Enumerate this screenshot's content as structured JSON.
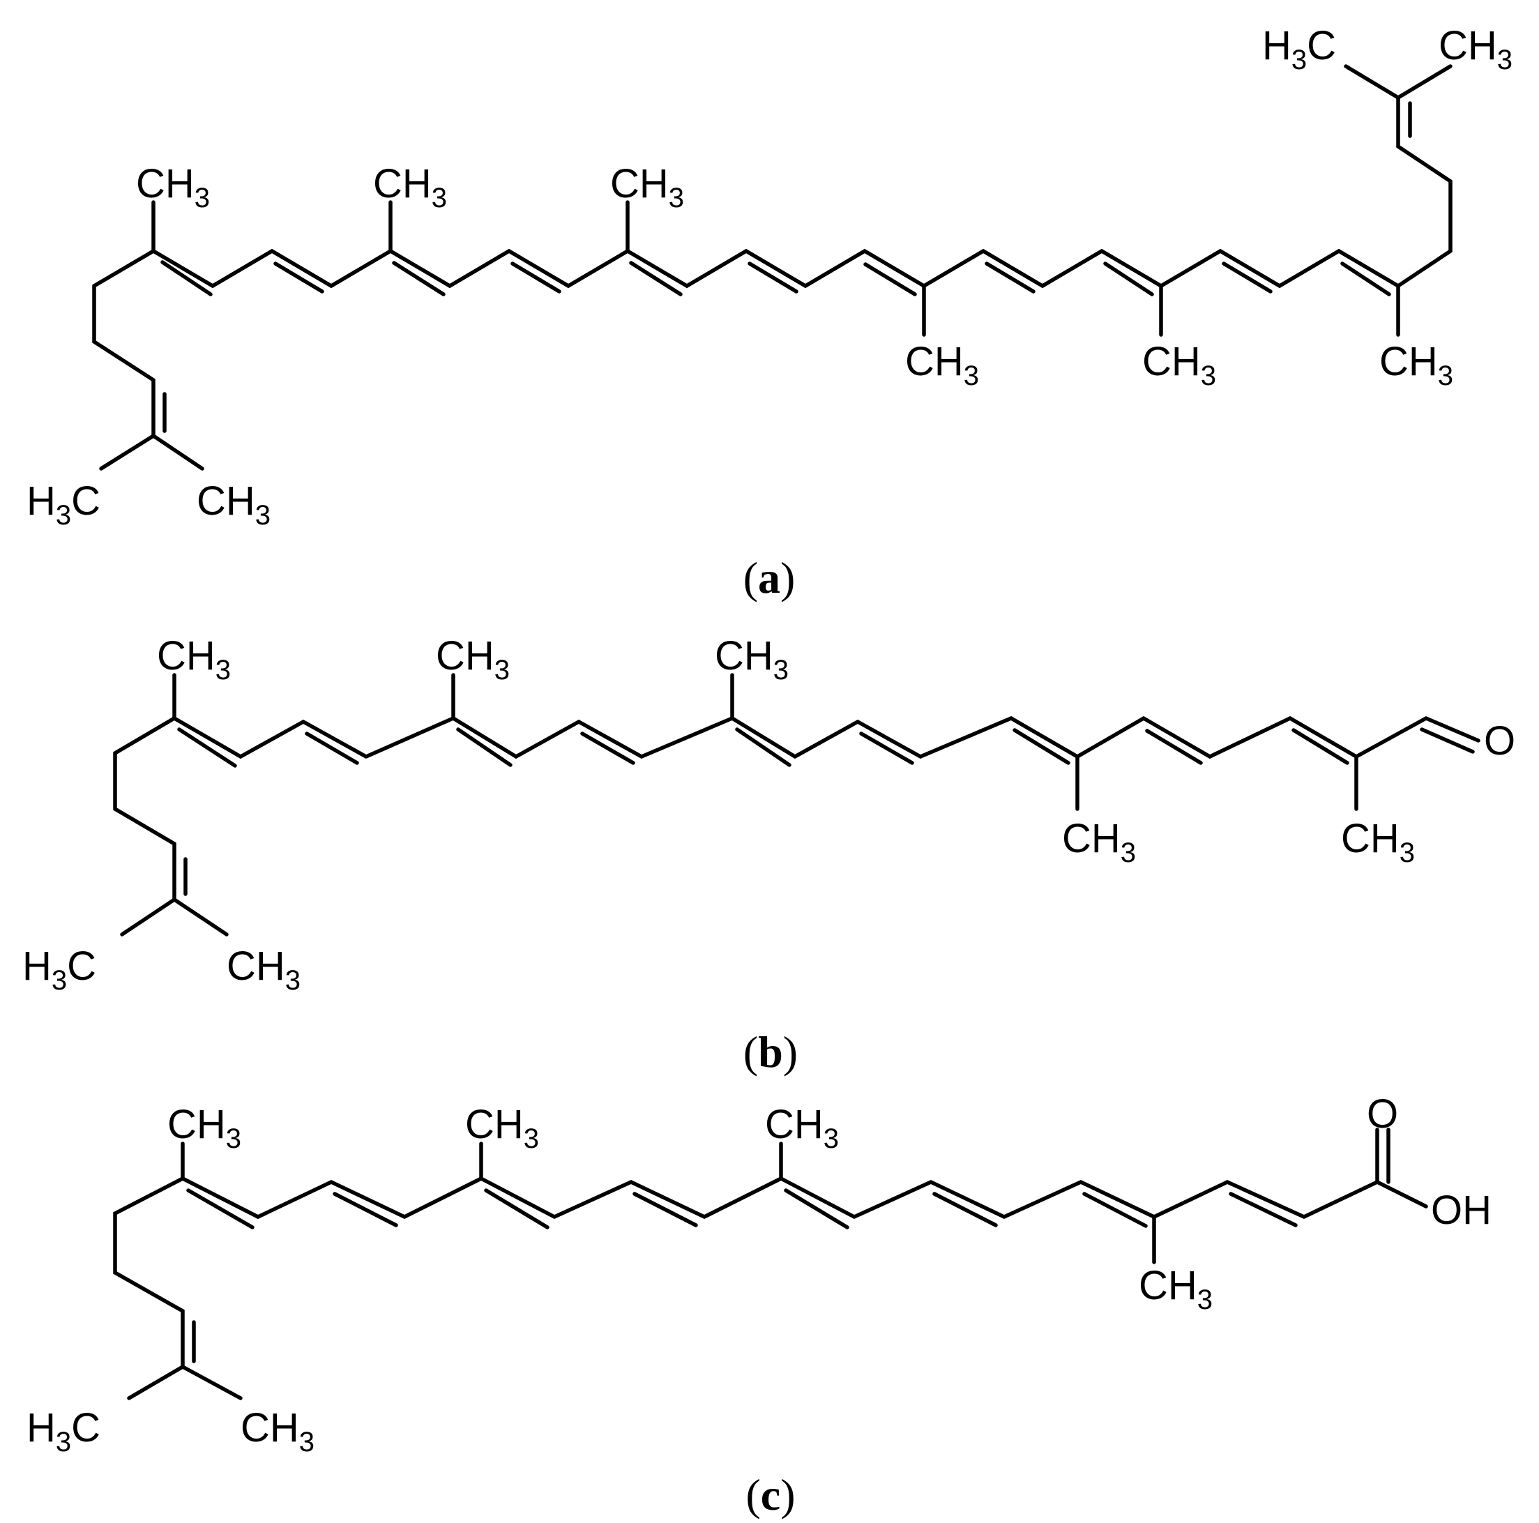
{
  "ink_color": "#000000",
  "background_color": "#ffffff",
  "structures": [
    {
      "id": "a",
      "caption_letter": "a",
      "labels": [
        "CH",
        "CH",
        "CH",
        "CH",
        "CH",
        "CH",
        "H",
        "C",
        "CH",
        "H",
        "C",
        "CH"
      ],
      "subscripts": [
        "3",
        "3",
        "3",
        "3",
        "3",
        "3",
        "3",
        "3",
        "3",
        "3"
      ]
    },
    {
      "id": "b",
      "caption_letter": "b",
      "labels": [
        "CH",
        "CH",
        "CH",
        "CH",
        "CH",
        "H",
        "C",
        "CH",
        "O"
      ],
      "subscripts": [
        "3",
        "3",
        "3",
        "3",
        "3",
        "3",
        "3"
      ]
    },
    {
      "id": "c",
      "caption_letter": "c",
      "labels": [
        "CH",
        "CH",
        "CH",
        "CH",
        "H",
        "C",
        "CH",
        "O",
        "OH"
      ],
      "subscripts": [
        "3",
        "3",
        "3",
        "3",
        "3",
        "3"
      ]
    }
  ],
  "text": {
    "ch": "CH",
    "h": "H",
    "c": "C",
    "three": "3",
    "o": "O",
    "oh": "OH",
    "paren_open": "(",
    "paren_close": ")",
    "caption_a": "a",
    "caption_b": "b",
    "caption_c": "c"
  }
}
